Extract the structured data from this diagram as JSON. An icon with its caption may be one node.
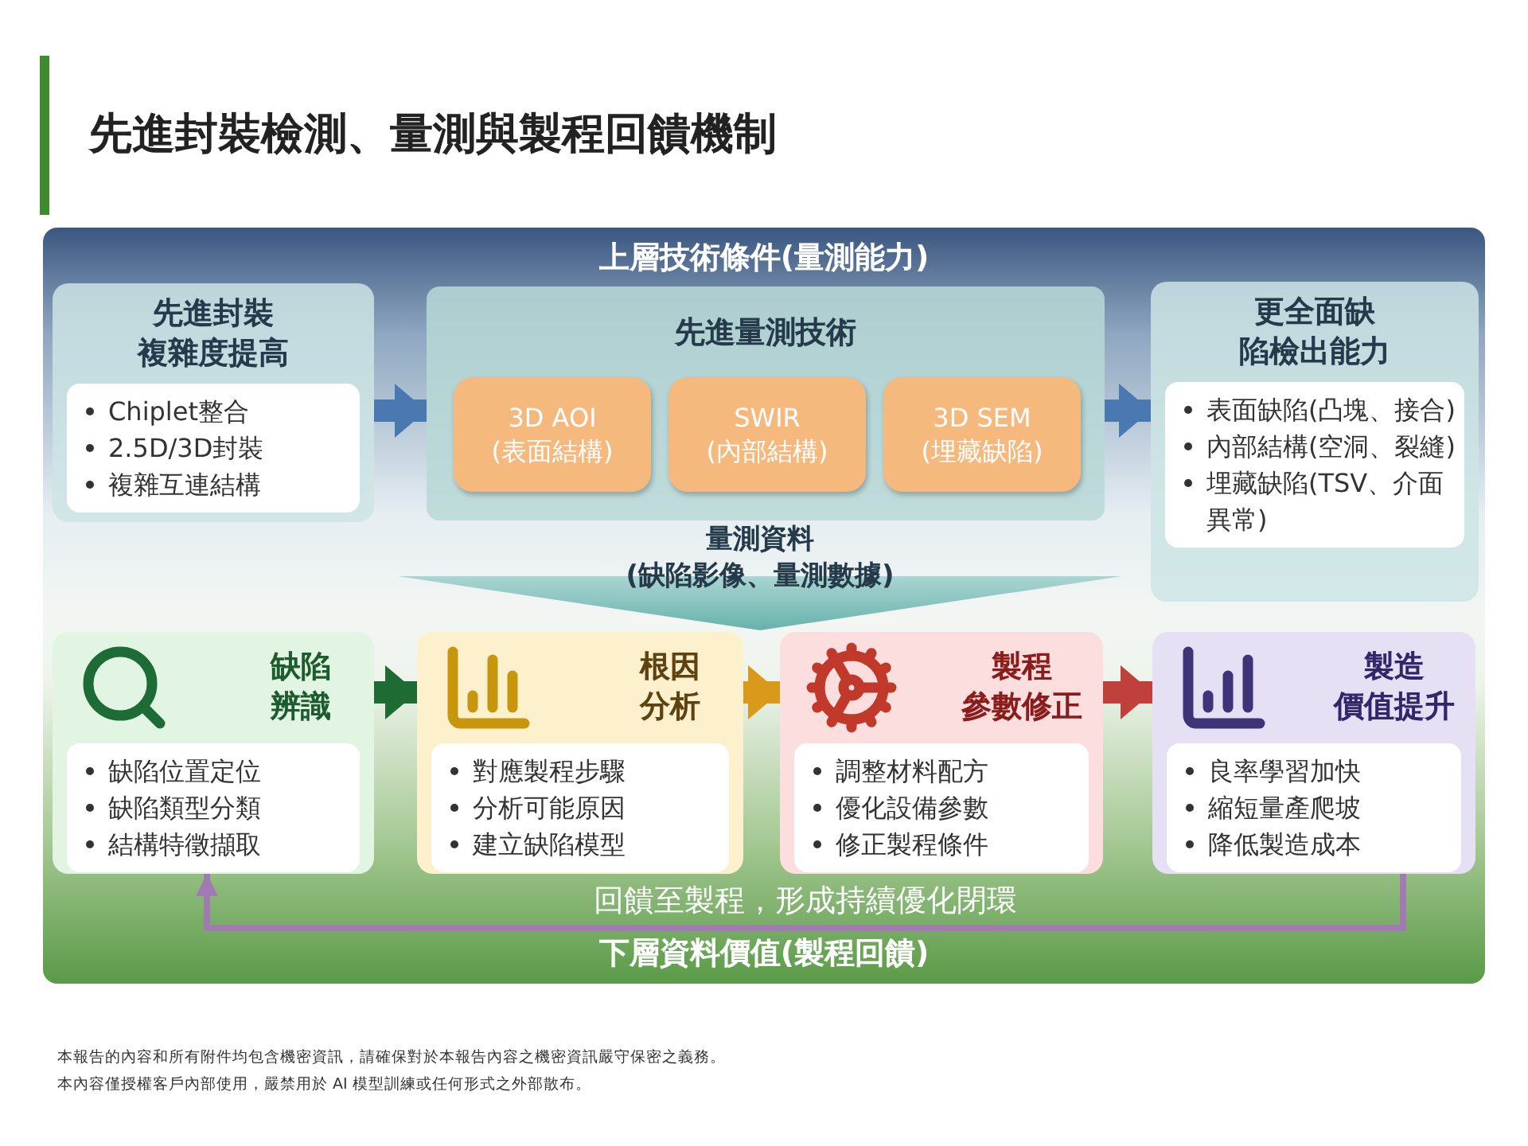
{
  "diagram": {
    "title": "先進封裝檢測、量測與製程回饋機制",
    "nodes": [
      {
        "text": [
          "上層技術條件(量測能力)"
        ]
      },
      {
        "text": [
          "先進封裝複雜度提高",
          "Chiplet整合",
          "2.5D/3D封裝",
          "複雜互連結構"
        ],
        "in": 0
      },
      {
        "text": [
          "先進量測技術"
        ],
        "in": 0
      },
      {
        "text": [
          "3D AOI (表面結構)"
        ],
        "in": 2
      },
      {
        "text": [
          "SWIR (內部結構)"
        ],
        "in": 2
      },
      {
        "text": [
          "3D SEM (埋藏缺陷)"
        ],
        "in": 2
      },
      {
        "text": [
          "更全面缺陷檢出能力",
          "表面缺陷(凸塊、接合)",
          "內部結構(空洞、裂縫)",
          "埋藏缺陷(TSV、介面異常)"
        ],
        "in": 0
      },
      {
        "text": [
          "量測資料(缺陷影像、量測數據)"
        ]
      },
      {
        "text": [
          "下層資料價值(製程回饋)"
        ]
      },
      {
        "text": [
          "缺陷辨識",
          "缺陷位置定位",
          "缺陷類型分類",
          "結構特徵擷取"
        ],
        "in": 8
      },
      {
        "text": [
          "根因分析",
          "對應製程步驟",
          "分析可能原因",
          "建立缺陷模型"
        ],
        "in": 8
      },
      {
        "text": [
          "製程參數修正",
          "調整材料配方",
          "優化設備參數",
          "修正製程條件"
        ],
        "in": 8
      },
      {
        "text": [
          "製造價值提升",
          "良率學習加快",
          "縮短量產爬坡",
          "降低製造成本"
        ],
        "in": 8
      }
    ],
    "edges": [
      {
        "from": 1,
        "to": 2,
        "arrow": "to",
        "color": "#4a78b0"
      },
      {
        "from": 2,
        "to": 6,
        "arrow": "to",
        "color": "#4a78b0"
      },
      {
        "from": 9,
        "to": 10,
        "arrow": "to",
        "color": "#1e6b34"
      },
      {
        "from": 10,
        "to": 11,
        "arrow": "to",
        "color": "#d99a1c"
      },
      {
        "from": 11,
        "to": 12,
        "arrow": "to",
        "color": "#c0403c"
      },
      {
        "from": 12,
        "to": 9,
        "arrow": "to",
        "label": "回饋至製程，形成持續優化閉環",
        "color": "#a07ab0"
      }
    ],
    "labels": [
      "本報告的內容和所有附件均包含機密資訊，請確保對於本報告內容之機密資訊嚴守保密之義務。",
      "本內容僅授權客戶內部使用，嚴禁用於 AI 模型訓練或任何形式之外部散布。"
    ]
  }
}
